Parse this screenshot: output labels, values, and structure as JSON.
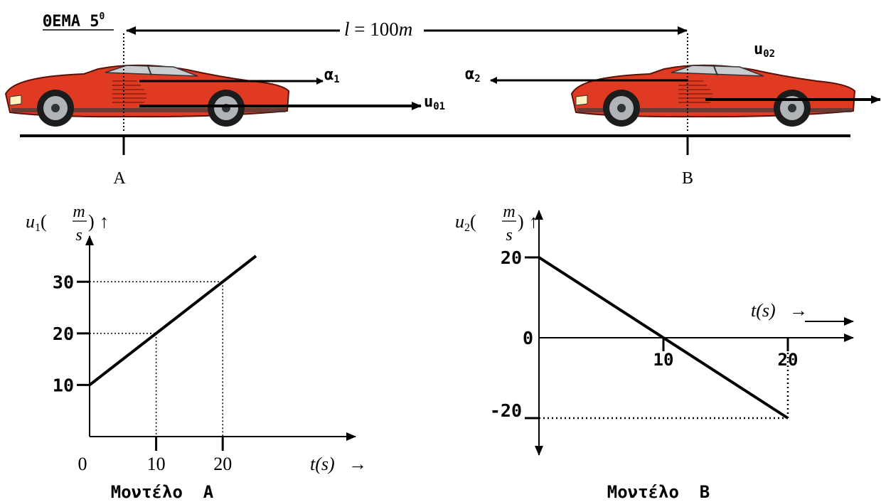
{
  "title": {
    "text": "ΘΕΜΑ 5",
    "superscript": "0"
  },
  "distance_label": {
    "var": "l",
    "eq": " = 100",
    "unit": "m"
  },
  "scene": {
    "car_color": "#e03a22",
    "point_a": "A",
    "point_b": "B",
    "label_a1": "α",
    "label_a1_sub": "1",
    "label_u01": "u",
    "label_u01_sub": "01",
    "label_a2": "α",
    "label_a2_sub": "2",
    "label_u02": "u",
    "label_u02_sub": "02"
  },
  "chart_data": [
    {
      "type": "line",
      "caption": "Μοντέλο  Α",
      "ylabel": {
        "var": "u",
        "sub": "1",
        "num": "m",
        "den": "s",
        "arrow": "↑"
      },
      "xlabel": {
        "text": "t(s)",
        "arrow": "→"
      },
      "x_ticks": [
        "0",
        "10",
        "20"
      ],
      "y_ticks": [
        "10",
        "20",
        "30"
      ],
      "series": [
        {
          "x": [
            0,
            25
          ],
          "y": [
            10,
            35
          ]
        }
      ],
      "guides": [
        {
          "x": 10,
          "y": 20
        },
        {
          "x": 20,
          "y": 30
        }
      ]
    },
    {
      "type": "line",
      "caption": "Μοντέλο  Β",
      "ylabel": {
        "var": "u",
        "sub": "2",
        "num": "m",
        "den": "s",
        "arrow": "↑"
      },
      "xlabel": {
        "text": "t(s)",
        "arrow": "→"
      },
      "x_ticks": [
        "10",
        "20"
      ],
      "y_ticks": [
        "20",
        "0",
        "-20"
      ],
      "series": [
        {
          "x": [
            0,
            20
          ],
          "y": [
            20,
            -20
          ]
        }
      ],
      "guides": [
        {
          "x": 20,
          "y": -20
        }
      ]
    }
  ]
}
